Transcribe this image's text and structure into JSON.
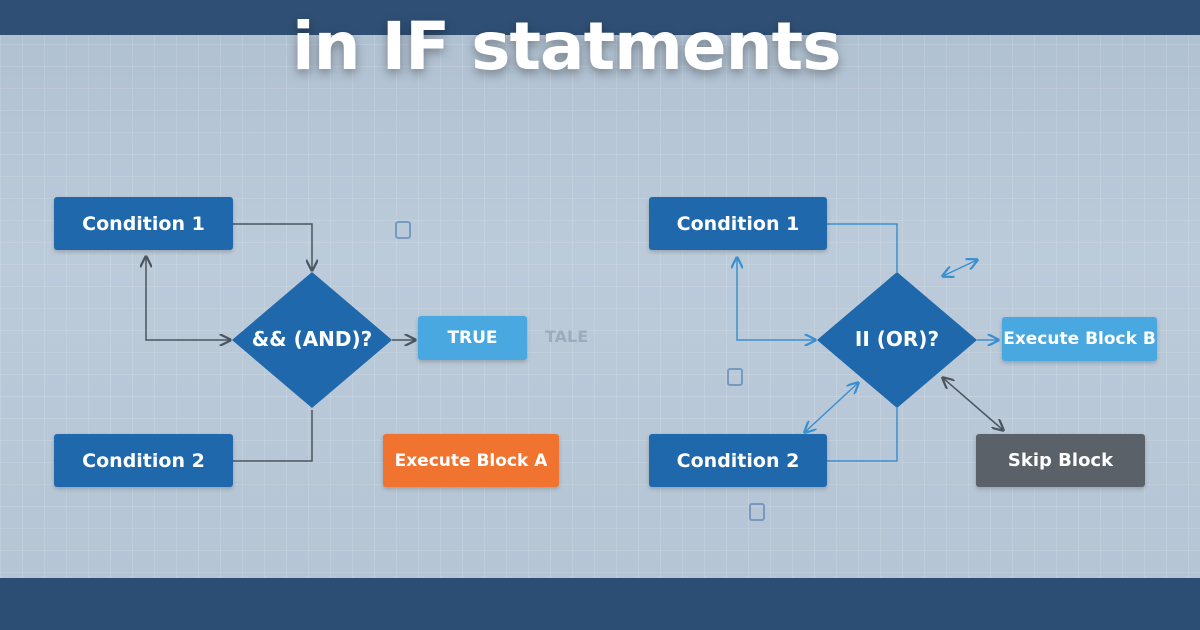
{
  "title": "in IF statments",
  "left": {
    "condition1": "Condition 1",
    "condition2": "Condition 2",
    "operator": "&& (AND)?",
    "true_label": "TRUE",
    "ghost_label": "TALE",
    "execute": "Execute Block A"
  },
  "right": {
    "condition1": "Condition 1",
    "condition2": "Condition 2",
    "operator": "II (OR)?",
    "execute": "Execute Block B",
    "skip": "Skip Block"
  },
  "colors": {
    "condition": "#1f68ac",
    "true": "#4aa8e0",
    "execute_a": "#f07430",
    "skip": "#5b6168"
  }
}
